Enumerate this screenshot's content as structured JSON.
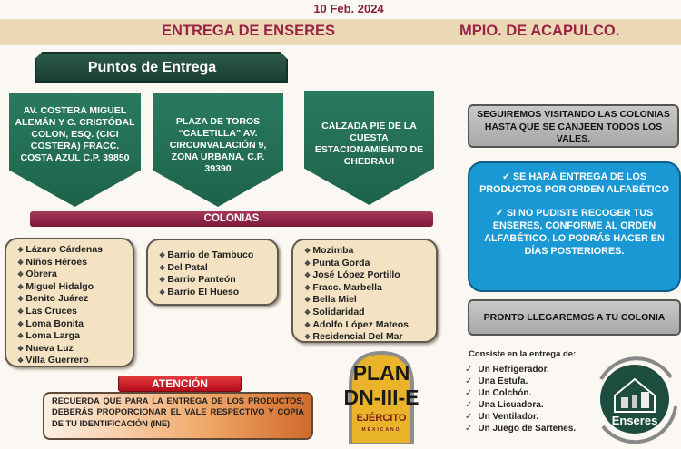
{
  "header": {
    "date": "10 Feb. 2024",
    "title": "ENTREGA DE ENSERES",
    "municipio": "MPIO. DE ACAPULCO."
  },
  "puntos": {
    "title": "Puntos de Entrega",
    "locations": [
      "AV. COSTERA MIGUEL ALEMÁN Y C. CRISTÓBAL COLON, ESQ. (CICI COSTERA) FRACC. COSTA AZUL C.P. 39850",
      "PLAZA DE TOROS “CALETILLA” AV. CIRCUNVALACIÓN 9, ZONA URBANA, C.P. 39390",
      "CALZADA PIE DE LA CUESTA ESTACIONAMIENTO DE CHEDRAUI"
    ]
  },
  "colonias": {
    "title": "COLONIAS",
    "groups": [
      [
        "Lázaro Cárdenas",
        "Niños Héroes",
        "Obrera",
        "Miguel Hidalgo",
        "Benito Juárez",
        "Las Cruces",
        "Loma Bonita",
        "Loma Larga",
        "Nueva Luz",
        "Villa Guerrero"
      ],
      [
        "Barrio de Tambuco",
        "Del Patal",
        "Barrio Panteón",
        "Barrio El Hueso"
      ],
      [
        "Mozimba",
        "Punta Gorda",
        "José López Portillo",
        "Fracc. Marbella",
        "Bella Miel",
        "Solidaridad",
        "Adolfo López Mateos",
        "Residencial Del Mar"
      ]
    ]
  },
  "atencion": {
    "label": "ATENCIÓN",
    "text": "RECUERDA QUE PARA LA ENTREGA DE LOS PRODUCTOS, DEBERÁS PROPORCIONAR EL VALE RESPECTIVO Y COPIA DE TU IDENTIFICACIÓN (INE)"
  },
  "logo": {
    "line1": "PLAN",
    "line2": "DN-III-E",
    "line3": "EJÉRCITO",
    "line4": "MEXICANO"
  },
  "notes": {
    "seguiremos": "SEGUIREMOS VISITANDO LAS COLONIAS HASTA QUE SE CANJEEN TODOS LOS VALES.",
    "orden": "SE HARÁ ENTREGA DE LOS PRODUCTOS POR ORDEN ALFABÉTICO",
    "posteriores": "SI NO PUDISTE RECOGER TUS ENSERES, CONFORME AL ORDEN ALFABÉTICO, LO PODRÁS HACER EN DÍAS POSTERIORES.",
    "pronto": "PRONTO LLEGAREMOS A TU COLONIA"
  },
  "consiste": {
    "title": "Consiste en la entrega de:",
    "items": [
      "Un Refrigerador.",
      "Una Estufa.",
      "Un Colchón.",
      "Una Licuadora.",
      "Un Ventilador.",
      "Un Juego de Sartenes."
    ]
  },
  "badge": {
    "label": "Enseres"
  },
  "colors": {
    "maroon": "#9b2247",
    "green": "#24735a",
    "blue": "#1a98d4"
  }
}
